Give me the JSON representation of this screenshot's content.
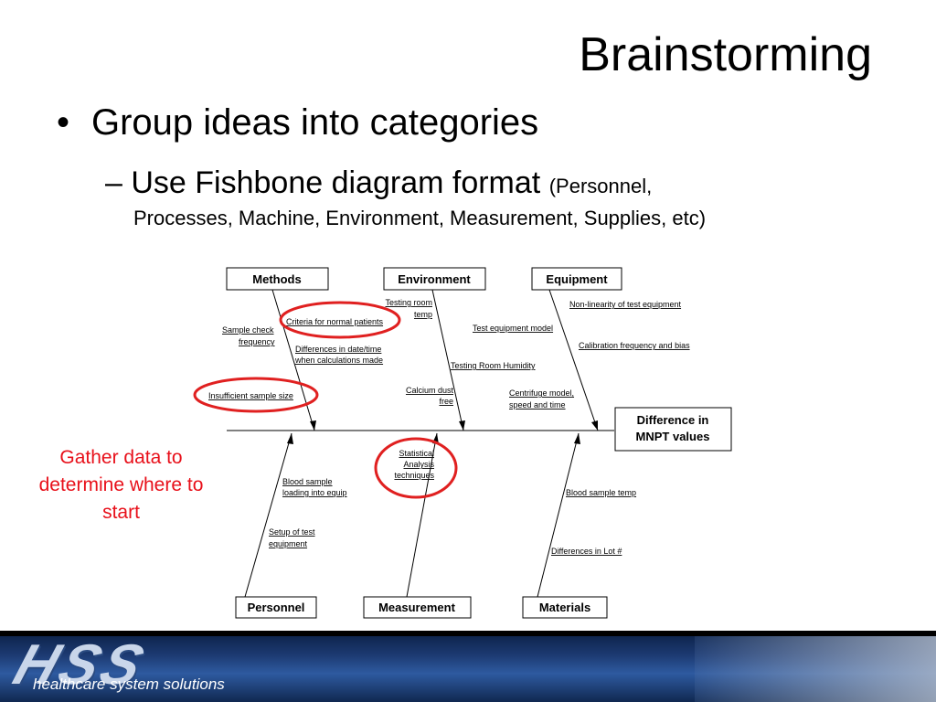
{
  "slide": {
    "title": "Brainstorming",
    "bullet_level1": "Group ideas into categories",
    "bullet_level2_main": "Use Fishbone diagram format",
    "bullet_level2_paren_a": "(Personnel,",
    "bullet_level2_paren_b": "Processes, Machine, Environment, Measurement, Supplies, etc)",
    "note": "Gather data to determine where to start",
    "bullet_dot": "•",
    "dash": "–"
  },
  "fishbone": {
    "effect": [
      "Difference in",
      "MNPT values"
    ],
    "categories": {
      "methods": "Methods",
      "environment": "Environment",
      "equipment": "Equipment",
      "personnel": "Personnel",
      "measurement": "Measurement",
      "materials": "Materials"
    },
    "causes": {
      "sample_check_a": "Sample check",
      "sample_check_b": "frequency",
      "criteria": "Criteria for normal patients",
      "diff_date_a": "Differences in date/time",
      "diff_date_b": "when calculations made",
      "insufficient": "Insufficient sample size",
      "testing_room_a": "Testing room",
      "testing_room_b": "temp",
      "test_equip_model": "Test equipment model",
      "testing_humidity": "Testing Room Humidity",
      "calcium_a": "Calcium dust",
      "calcium_b": "free",
      "nonlinearity": "Non-linearity of test equipment",
      "calibration": "Calibration frequency and bias",
      "centrifuge_a": "Centrifuge model,",
      "centrifuge_b": "speed and time",
      "blood_loading_a": "Blood sample",
      "blood_loading_b": "loading into equip",
      "setup_a": "Setup of test",
      "setup_b": "equipment",
      "stat_a": "Statistical",
      "stat_b": "Analysis",
      "stat_c": "techniques",
      "blood_temp": "Blood sample temp",
      "diff_lot": "Differences in Lot #"
    },
    "highlight_color": "#e02020"
  },
  "footer": {
    "logo": "HSS",
    "tagline": "healthcare system solutions"
  }
}
